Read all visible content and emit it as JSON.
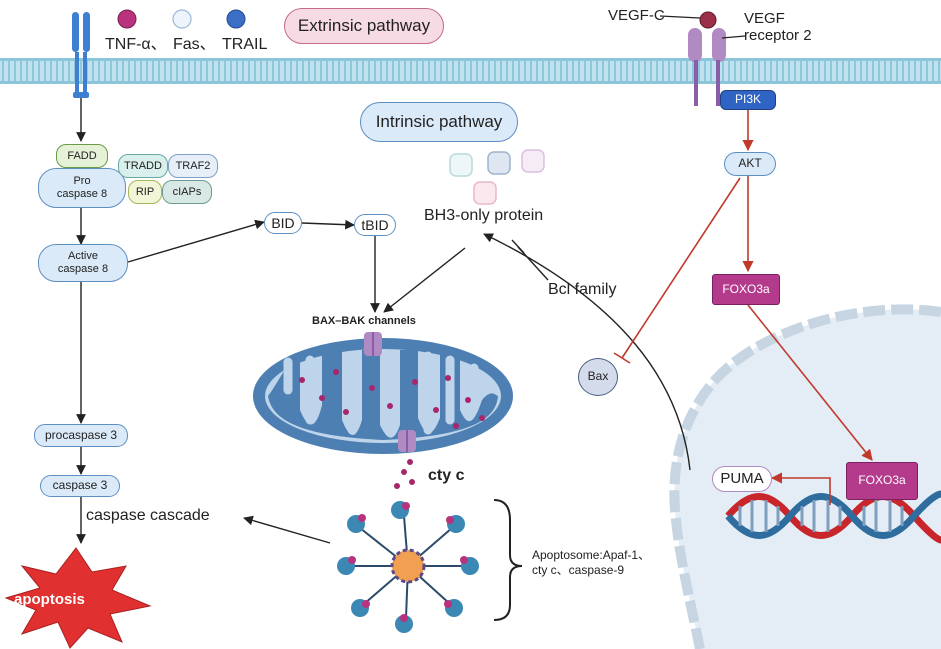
{
  "extrinsic": {
    "title": "Extrinsic pathway",
    "legend": {
      "tnf": "TNF-α、",
      "fas": "Fas、",
      "trail": "TRAIL"
    },
    "fadd": "FADD",
    "pro_caspase8": "Pro\ncaspase 8",
    "tradd": "TRADD",
    "traf2": "TRAF2",
    "rip": "RIP",
    "ciaps": "cIAPs",
    "active_caspase8": "Active\ncaspase 8",
    "procaspase3": "procaspase 3",
    "caspase3": "caspase 3",
    "cascade": "caspase cascade",
    "apoptosis": "apoptosis"
  },
  "intrinsic": {
    "title": "Intrinsic pathway",
    "bid": "BID",
    "tbid": "tBID",
    "bh3": "BH3-only protein",
    "bcl": "Bcl family",
    "baxbak": "BAX–BAK channels",
    "cytc": "cty c",
    "apoptosome": "Apoptosome:Apaf-1、\ncty c、caspase-9"
  },
  "vegf": {
    "vegfc": "VEGF-C",
    "receptor": "VEGF\nreceptor 2",
    "pi3k": "PI3K",
    "akt": "AKT",
    "foxo3a_cyto": "FOXO3a",
    "foxo3a_nuc": "FOXO3a",
    "bax": "Bax",
    "puma": "PUMA"
  },
  "colors": {
    "membrane": "#9fd3e6",
    "receptor_blue": "#3d7fd0",
    "tnf": "#b8327e",
    "fas": "#e8f1fb",
    "trail": "#3b6fc6",
    "title_pill": "#f6dbe4",
    "pill_blue": "#dbeaf8",
    "pi3k": "#2f63c4",
    "foxo": "#b43a8c",
    "mito_outer": "#4d7fb3",
    "mito_inner": "#bdd4ea",
    "red_arrow": "#c0392b",
    "nucleus": "#e4edf5",
    "dna_red": "#c9262c",
    "dna_blue": "#2f6d9e"
  }
}
